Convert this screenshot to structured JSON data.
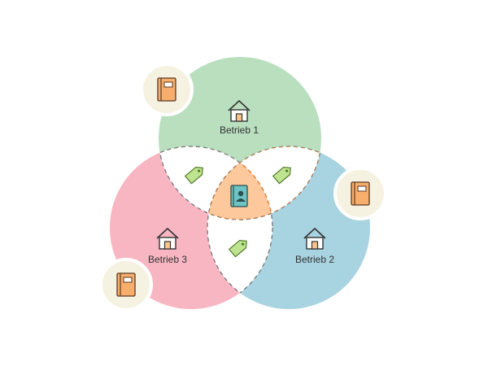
{
  "labels": {
    "set1": "Betrieb 1",
    "set2": "Betrieb 2",
    "set3": "Betrieb 3"
  },
  "icons": {
    "set_icon": "house-icon",
    "badge_icon": "book-icon",
    "overlap_icon": "tag-icon",
    "center_icon": "contact-book-icon"
  },
  "colors": {
    "set1": "#b9dfbf",
    "set2": "#a8d3e0",
    "set3": "#f8b6c2",
    "center": "#fcc89c",
    "badge_bg": "#f6f2e2",
    "book": "#f7ad6c",
    "tag": "#bfe38e",
    "contact_book": "#6cc4c4"
  }
}
